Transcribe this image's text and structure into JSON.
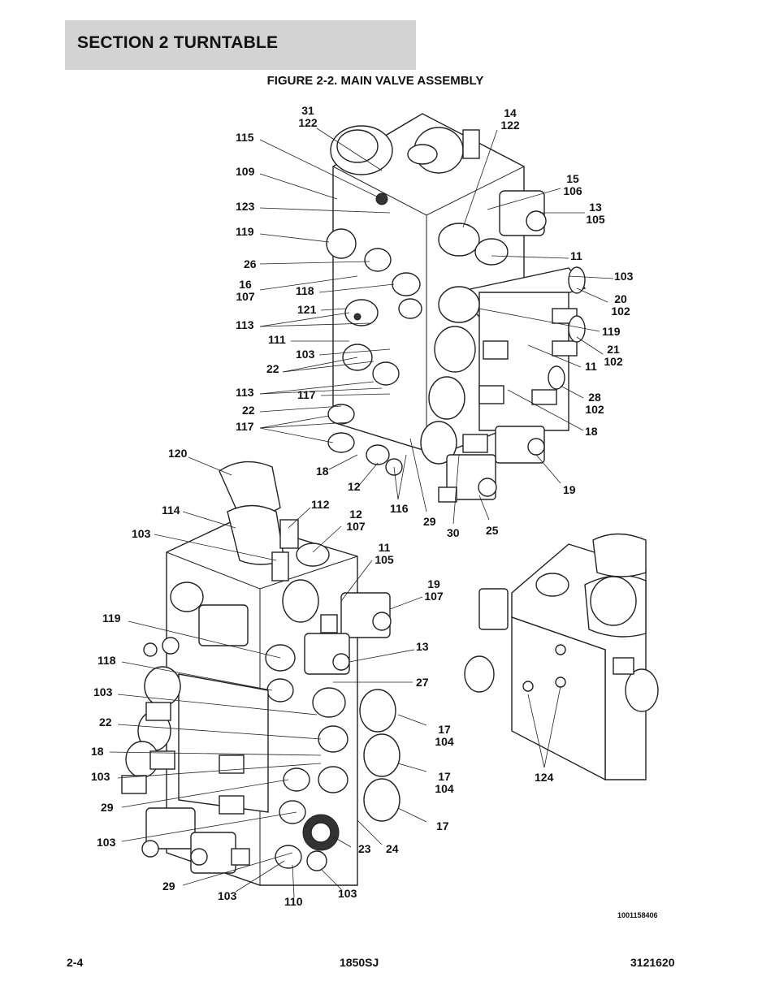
{
  "header": {
    "section_title": "SECTION 2   TURNTABLE"
  },
  "figure": {
    "title": "FIGURE 2-2.  MAIN VALVE ASSEMBLY",
    "drawing_id": "1001158406"
  },
  "callouts": [
    [
      "31",
      "122"
    ],
    [
      "14",
      "122"
    ],
    [
      "115"
    ],
    [
      "109"
    ],
    [
      "15",
      "106"
    ],
    [
      "13",
      "105"
    ],
    [
      "123"
    ],
    [
      "119"
    ],
    [
      "11"
    ],
    [
      "103"
    ],
    [
      "26"
    ],
    [
      "16",
      "107"
    ],
    [
      "118"
    ],
    [
      "20",
      "102"
    ],
    [
      "121"
    ],
    [
      "113"
    ],
    [
      "119"
    ],
    [
      "111"
    ],
    [
      "21",
      "102"
    ],
    [
      "103"
    ],
    [
      "22"
    ],
    [
      "11"
    ],
    [
      "113"
    ],
    [
      "117"
    ],
    [
      "28",
      "102"
    ],
    [
      "22"
    ],
    [
      "117"
    ],
    [
      "18"
    ],
    [
      "120"
    ],
    [
      "18"
    ],
    [
      "12"
    ],
    [
      "116"
    ],
    [
      "29"
    ],
    [
      "30"
    ],
    [
      "25"
    ],
    [
      "19"
    ],
    [
      "114"
    ],
    [
      "112"
    ],
    [
      "12",
      "107"
    ],
    [
      "103"
    ],
    [
      "11",
      "105"
    ],
    [
      "19",
      "107"
    ],
    [
      "119"
    ],
    [
      "13"
    ],
    [
      "118"
    ],
    [
      "27"
    ],
    [
      "103"
    ],
    [
      "22"
    ],
    [
      "17",
      "104"
    ],
    [
      "18"
    ],
    [
      "103"
    ],
    [
      "17",
      "104"
    ],
    [
      "124"
    ],
    [
      "29"
    ],
    [
      "17"
    ],
    [
      "103"
    ],
    [
      "23"
    ],
    [
      "24"
    ],
    [
      "29"
    ],
    [
      "103"
    ],
    [
      "110"
    ],
    [
      "103"
    ]
  ],
  "footer": {
    "page": "2-4",
    "model": "1850SJ",
    "doc_number": "3121620"
  }
}
